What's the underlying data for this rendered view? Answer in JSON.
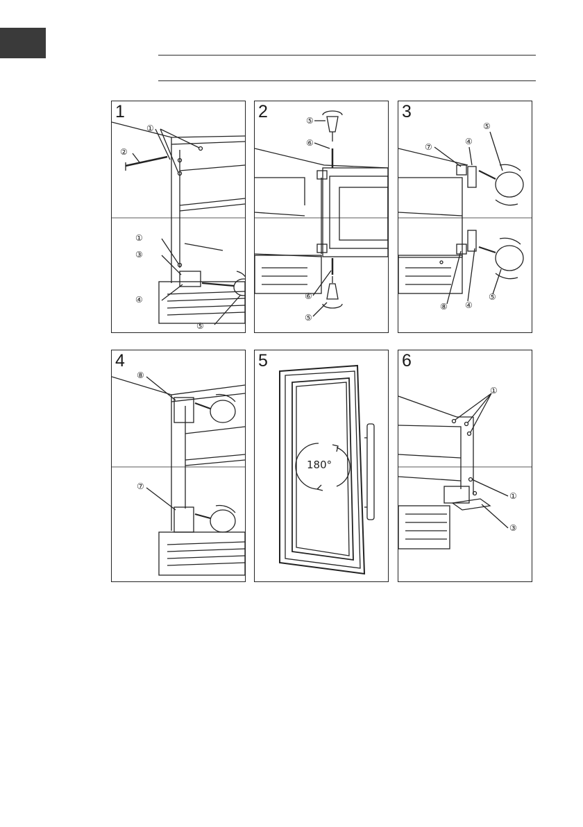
{
  "panels": [
    {
      "step": "1",
      "callouts": [
        "①",
        "②",
        "①",
        "③",
        "④",
        "⑤"
      ]
    },
    {
      "step": "2",
      "callouts": [
        "⑤",
        "⑥",
        "⑥",
        "⑤"
      ]
    },
    {
      "step": "3",
      "callouts": [
        "⑦",
        "④",
        "⑤",
        "⑧",
        "④",
        "⑤"
      ]
    },
    {
      "step": "4",
      "callouts": [
        "⑧",
        "⑦"
      ]
    },
    {
      "step": "5",
      "callouts": [],
      "rotation_label": "180°"
    },
    {
      "step": "6",
      "callouts": [
        "①",
        "①",
        "③"
      ]
    }
  ]
}
